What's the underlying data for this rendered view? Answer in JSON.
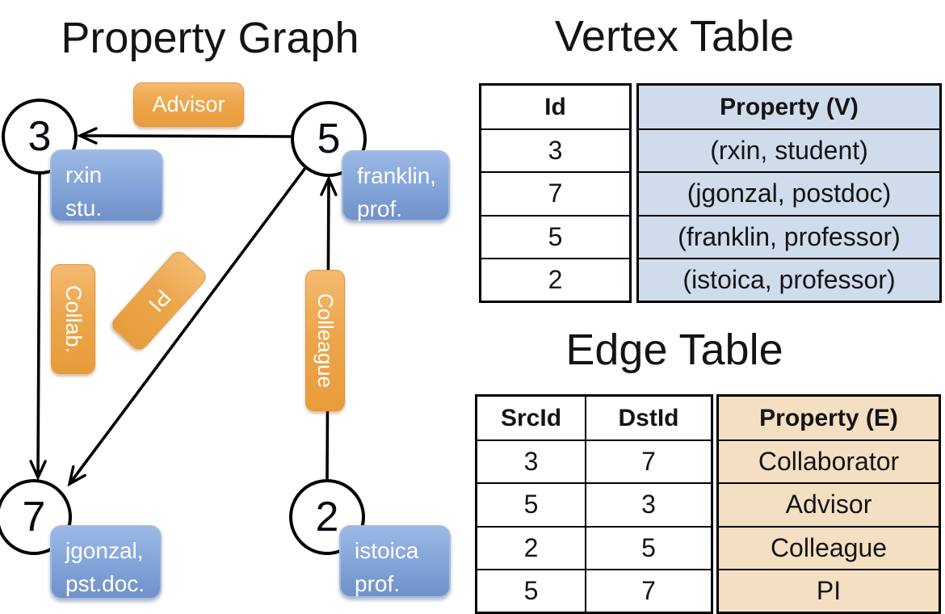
{
  "graph": {
    "title": "Property Graph",
    "nodes": [
      {
        "id": "3",
        "label_line1": "rxin",
        "label_line2": "stu."
      },
      {
        "id": "5",
        "label_line1": "franklin,",
        "label_line2": "prof."
      },
      {
        "id": "7",
        "label_line1": "jgonzal,",
        "label_line2": "pst.doc."
      },
      {
        "id": "2",
        "label_line1": "istoica",
        "label_line2": "prof."
      }
    ],
    "edge_labels": {
      "advisor": "Advisor",
      "collab": "Collab.",
      "pi": "PI",
      "colleague": "Colleague"
    },
    "edges": [
      {
        "src": "5",
        "dst": "3",
        "label": "Advisor"
      },
      {
        "src": "3",
        "dst": "7",
        "label": "Collab."
      },
      {
        "src": "5",
        "dst": "7",
        "label": "PI"
      },
      {
        "src": "2",
        "dst": "5",
        "label": "Colleague"
      }
    ]
  },
  "vertex_table": {
    "title": "Vertex Table",
    "columns": {
      "id": "Id",
      "property": "Property (V)"
    },
    "rows": [
      {
        "id": "3",
        "property": "(rxin, student)"
      },
      {
        "id": "7",
        "property": "(jgonzal, postdoc)"
      },
      {
        "id": "5",
        "property": "(franklin, professor)"
      },
      {
        "id": "2",
        "property": "(istoica, professor)"
      }
    ]
  },
  "edge_table": {
    "title": "Edge Table",
    "columns": {
      "src": "SrcId",
      "dst": "DstId",
      "property": "Property (E)"
    },
    "rows": [
      {
        "src": "3",
        "dst": "7",
        "property": "Collaborator"
      },
      {
        "src": "5",
        "dst": "3",
        "property": "Advisor"
      },
      {
        "src": "2",
        "dst": "5",
        "property": "Colleague"
      },
      {
        "src": "5",
        "dst": "7",
        "property": "PI"
      }
    ]
  },
  "colors": {
    "edge_label_orange": "#eda64d",
    "vertex_label_blue": "#82a3d8",
    "vertex_table_fill": "#cfdcec",
    "edge_table_fill": "#f5dfc3",
    "line_black": "#000000",
    "background": "#ffffff"
  }
}
